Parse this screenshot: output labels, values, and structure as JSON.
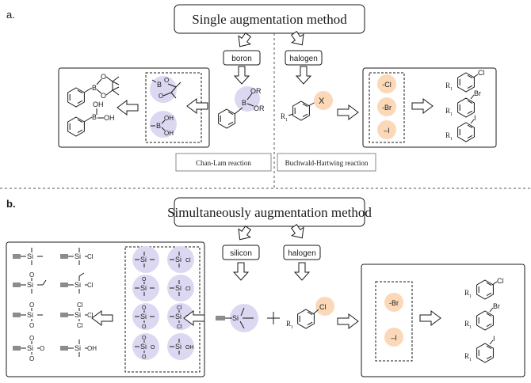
{
  "panel_a": {
    "label": "a.",
    "title": "Single augmentation method",
    "boron_label": "boron",
    "halogen_label": "halogen",
    "reagent_or1": "OR",
    "reagent_or2": "OR",
    "reagent_b": "B",
    "aryl_x": "X",
    "r1": "R",
    "sub1": "1",
    "boron_box": [
      {
        "b": "B",
        "o1": "O",
        "o2": "O"
      },
      {
        "b": "B",
        "oh1": "OH",
        "oh2": "OH"
      }
    ],
    "boron_products": [
      {
        "b": "B",
        "o1": "O",
        "o2": "O"
      },
      {
        "b": "B",
        "oh1": "OH",
        "oh2": "OH"
      }
    ],
    "halide_circles": [
      "-Cl",
      "-Br",
      "–I"
    ],
    "halide_products": [
      "Cl",
      "Br",
      "I"
    ],
    "reaction_left": "Chan-Lam reaction",
    "reaction_right": "Buchwald-Hartwing reaction"
  },
  "panel_b": {
    "label": "b.",
    "title": "Simultaneously augmentation method",
    "silicon_label": "silicon",
    "halogen_label": "halogen",
    "si": "Si",
    "cl": "Cl",
    "r1": "R",
    "sub1": "1",
    "silane_products": [
      {
        "si": "Si",
        "sub": ""
      },
      {
        "si": "Si",
        "sub": "Cl"
      },
      {
        "si": "Si",
        "o": "O"
      },
      {
        "si": "Si",
        "sub": "Cl"
      },
      {
        "si": "Si",
        "o": "O"
      },
      {
        "si": "Si",
        "c1": "Cl",
        "c2": "Cl",
        "c3": "Cl"
      },
      {
        "si": "Si",
        "o1": "O",
        "o2": "O",
        "o3": "O"
      },
      {
        "si": "Si",
        "oh": "OH"
      }
    ],
    "halide_circles": [
      "-Br",
      "–I"
    ],
    "halide_products": [
      "Cl",
      "Br",
      "I"
    ]
  },
  "colors": {
    "purple": "#dcd8f2",
    "orange": "#fbd9b8",
    "line": "#1a1a1a",
    "divider": "#555555"
  }
}
